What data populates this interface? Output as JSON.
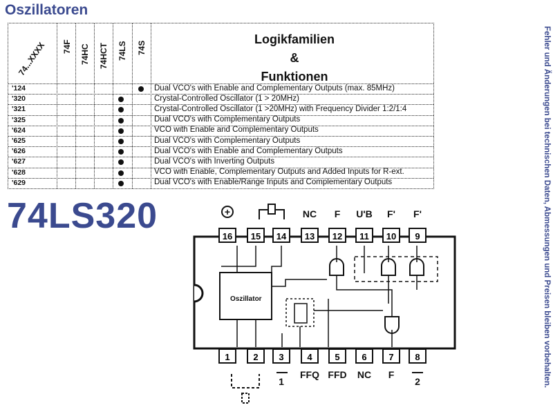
{
  "page": {
    "title": "Oszillatoren",
    "side_note": "Fehler und Änderungen bei technischen Daten, Abmessungen und Preisen bleiben vorbehalten.",
    "part_number": "74LS320"
  },
  "table": {
    "columns": {
      "type": "74...XXXX",
      "families": [
        "74F",
        "74HC",
        "74HCT",
        "74LS",
        "74S"
      ],
      "functions_line1": "Logikfamilien",
      "functions_line2": "&",
      "functions_line3": "Funktionen"
    },
    "rows": [
      {
        "type": "'124",
        "families": [
          false,
          false,
          false,
          false,
          true
        ],
        "description": "Dual VCO's with Enable and Complementary Outputs (max. 85MHz)"
      },
      {
        "type": "'320",
        "families": [
          false,
          false,
          false,
          true,
          false
        ],
        "description": "Crystal-Controlled Oscillator (1 > 20MHz)"
      },
      {
        "type": "'321",
        "families": [
          false,
          false,
          false,
          true,
          false
        ],
        "description": "Crystal-Controlled Oscillator (1 >20MHz) with Frequency Divider 1:2/1:4"
      },
      {
        "type": "'325",
        "families": [
          false,
          false,
          false,
          true,
          false
        ],
        "description": "Dual VCO's with Complementary Outputs"
      },
      {
        "type": "'624",
        "families": [
          false,
          false,
          false,
          true,
          false
        ],
        "description": "VCO with Enable and Complementary Outputs"
      },
      {
        "type": "'625",
        "families": [
          false,
          false,
          false,
          true,
          false
        ],
        "description": "Dual VCO's with Complementary Outputs"
      },
      {
        "type": "'626",
        "families": [
          false,
          false,
          false,
          true,
          false
        ],
        "description": "Dual VCO's with Enable and Complementary Outputs"
      },
      {
        "type": "'627",
        "families": [
          false,
          false,
          false,
          true,
          false
        ],
        "description": "Dual VCO's with Inverting Outputs"
      },
      {
        "type": "'628",
        "families": [
          false,
          false,
          false,
          true,
          false
        ],
        "description": "VCO with Enable, Complementary Outputs and Added Inputs for R-ext."
      },
      {
        "type": "'629",
        "families": [
          false,
          false,
          false,
          true,
          false
        ],
        "description": "Dual VCO's with Enable/Range Inputs and Complementary Outputs"
      }
    ]
  },
  "diagram": {
    "top_pins": [
      {
        "num": "16",
        "label": "⊕"
      },
      {
        "num": "15",
        "label": ""
      },
      {
        "num": "14",
        "label": ""
      },
      {
        "num": "13",
        "label": "NC"
      },
      {
        "num": "12",
        "label": "F"
      },
      {
        "num": "11",
        "label": "U'B"
      },
      {
        "num": "10",
        "label": "F'"
      },
      {
        "num": "9",
        "label": "F'"
      }
    ],
    "bottom_pins": [
      {
        "num": "1",
        "label": ""
      },
      {
        "num": "2",
        "label": ""
      },
      {
        "num": "3",
        "label": "1"
      },
      {
        "num": "4",
        "label": "FFQ"
      },
      {
        "num": "5",
        "label": "FFD"
      },
      {
        "num": "6",
        "label": "NC"
      },
      {
        "num": "7",
        "label": "F"
      },
      {
        "num": "8",
        "label": "2"
      }
    ],
    "oscillator_label": "Oszillator"
  }
}
